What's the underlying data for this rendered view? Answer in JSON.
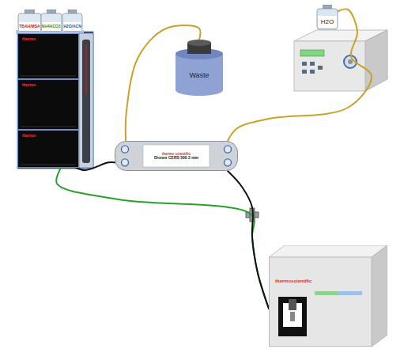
{
  "diagram": {
    "nodes": [
      {
        "text": [
          "TBAH/MSA"
        ]
      },
      {
        "text": [
          "NH4HCO3"
        ]
      },
      {
        "text": [
          "H2O/ACN"
        ]
      },
      {
        "text": [
          "H2O"
        ]
      },
      {
        "text": [
          "thermo"
        ]
      },
      {
        "text": [
          "Waste"
        ]
      },
      {
        "text": [
          "thermo"
        ]
      },
      {
        "text": [
          "thermo"
        ]
      },
      {
        "text": [
          "thermo scientific",
          "Dionex CERS 500 2 mm"
        ]
      },
      {
        "text": [
          "thermoscientific"
        ]
      }
    ],
    "edges": [
      {
        "from": 7,
        "to": 8,
        "arrow": "none"
      },
      {
        "from": 8,
        "to": 5,
        "arrow": "none"
      },
      {
        "from": 3,
        "to": 8,
        "arrow": "none"
      },
      {
        "from": 7,
        "to": 9,
        "arrow": "none"
      },
      {
        "from": 8,
        "to": 9,
        "arrow": "none"
      }
    ]
  }
}
